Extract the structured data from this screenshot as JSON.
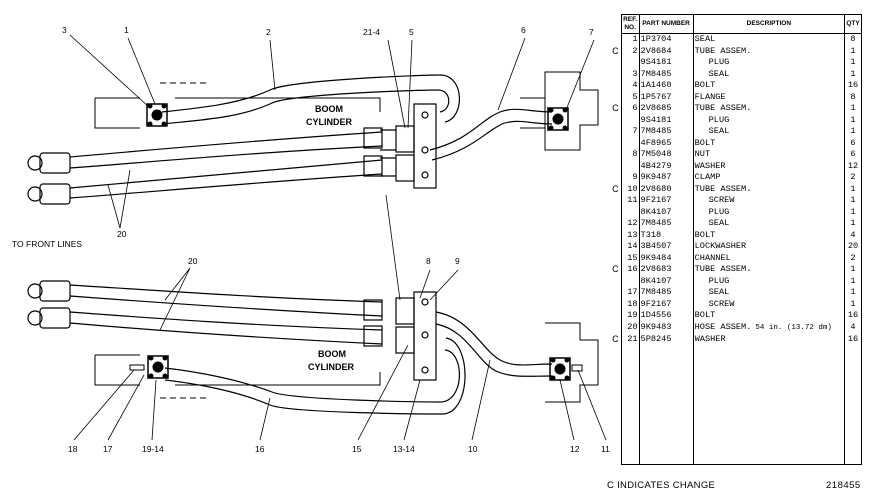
{
  "diagram": {
    "upper_cylinder": [
      "BOOM",
      "CYLINDER"
    ],
    "lower_cylinder": [
      "BOOM",
      "CYLINDER"
    ],
    "front_lines_label": "TO FRONT LINES",
    "callouts": {
      "c3": "3",
      "c1": "1",
      "c2": "2",
      "c21_4": "21-4",
      "c5": "5",
      "c6": "6",
      "c7": "7",
      "c20a": "20",
      "c20b": "20",
      "c8": "8",
      "c9": "9",
      "c18": "18",
      "c17": "17",
      "c19_14": "19-14",
      "c16": "16",
      "c15": "15",
      "c13_14": "13-14",
      "c10": "10",
      "c12": "12",
      "c11": "11"
    }
  },
  "table": {
    "headers": {
      "ref": "REF. NO.",
      "part": "PART NUMBER",
      "desc": "DESCRIPTION",
      "qty": "QTY"
    },
    "rows": [
      {
        "c": "",
        "ref": "1",
        "part": "1P3704",
        "desc": "SEAL",
        "qty": "8"
      },
      {
        "c": "C",
        "ref": "2",
        "part": "2V8684",
        "desc": "TUBE ASSEM.",
        "qty": "1"
      },
      {
        "c": "",
        "ref": "",
        "part": "9S4181",
        "desc": "PLUG",
        "qty": "1",
        "indent": true
      },
      {
        "c": "",
        "ref": "3",
        "part": "7M8485",
        "desc": "SEAL",
        "qty": "1",
        "indent": true
      },
      {
        "c": "",
        "ref": "4",
        "part": "1A1460",
        "desc": "BOLT",
        "qty": "16"
      },
      {
        "c": "",
        "ref": "5",
        "part": "1P5767",
        "desc": "FLANGE",
        "qty": "8"
      },
      {
        "c": "C",
        "ref": "6",
        "part": "2V8685",
        "desc": "TUBE ASSEM.",
        "qty": "1"
      },
      {
        "c": "",
        "ref": "",
        "part": "9S4181",
        "desc": "PLUG",
        "qty": "1",
        "indent": true
      },
      {
        "c": "",
        "ref": "7",
        "part": "7M8485",
        "desc": "SEAL",
        "qty": "1",
        "indent": true
      },
      {
        "c": "",
        "ref": "",
        "part": "4F8965",
        "desc": "BOLT",
        "qty": "6"
      },
      {
        "c": "",
        "ref": "8",
        "part": "7M5048",
        "desc": "NUT",
        "qty": "6"
      },
      {
        "c": "",
        "ref": "",
        "part": "4B4279",
        "desc": "WASHER",
        "qty": "12"
      },
      {
        "c": "",
        "ref": "9",
        "part": "9K9487",
        "desc": "CLAMP",
        "qty": "2"
      },
      {
        "c": "C",
        "ref": "10",
        "part": "2V8680",
        "desc": "TUBE ASSEM.",
        "qty": "1"
      },
      {
        "c": "",
        "ref": "11",
        "part": "9F2167",
        "desc": "SCREW",
        "qty": "1",
        "indent": true
      },
      {
        "c": "",
        "ref": "",
        "part": "8K4107",
        "desc": "PLUG",
        "qty": "1",
        "indent": true
      },
      {
        "c": "",
        "ref": "12",
        "part": "7M8485",
        "desc": "SEAL",
        "qty": "1",
        "indent": true
      },
      {
        "c": "",
        "ref": "13",
        "part": "T318",
        "desc": "BOLT",
        "qty": "4"
      },
      {
        "c": "",
        "ref": "14",
        "part": "3B4507",
        "desc": "LOCKWASHER",
        "qty": "20"
      },
      {
        "c": "",
        "ref": "15",
        "part": "9K9484",
        "desc": "CHANNEL",
        "qty": "2"
      },
      {
        "c": "C",
        "ref": "16",
        "part": "2V8683",
        "desc": "TUBE ASSEM.",
        "qty": "1"
      },
      {
        "c": "",
        "ref": "",
        "part": "8K4107",
        "desc": "PLUG",
        "qty": "1",
        "indent": true
      },
      {
        "c": "",
        "ref": "17",
        "part": "7M8485",
        "desc": "SEAL",
        "qty": "1",
        "indent": true
      },
      {
        "c": "",
        "ref": "18",
        "part": "9F2167",
        "desc": "SCREW",
        "qty": "1",
        "indent": true
      },
      {
        "c": "",
        "ref": "19",
        "part": "1D4556",
        "desc": "BOLT",
        "qty": "16"
      },
      {
        "c": "",
        "ref": "20",
        "part": "9K9483",
        "desc": "HOSE ASSEM.",
        "note": "54 in. (13.72 dm)",
        "qty": "4"
      },
      {
        "c": "C",
        "ref": "21",
        "part": "5P8245",
        "desc": "WASHER",
        "qty": "16"
      }
    ]
  },
  "footer": {
    "change_note": "C INDICATES CHANGE",
    "drawing_number": "218455"
  }
}
